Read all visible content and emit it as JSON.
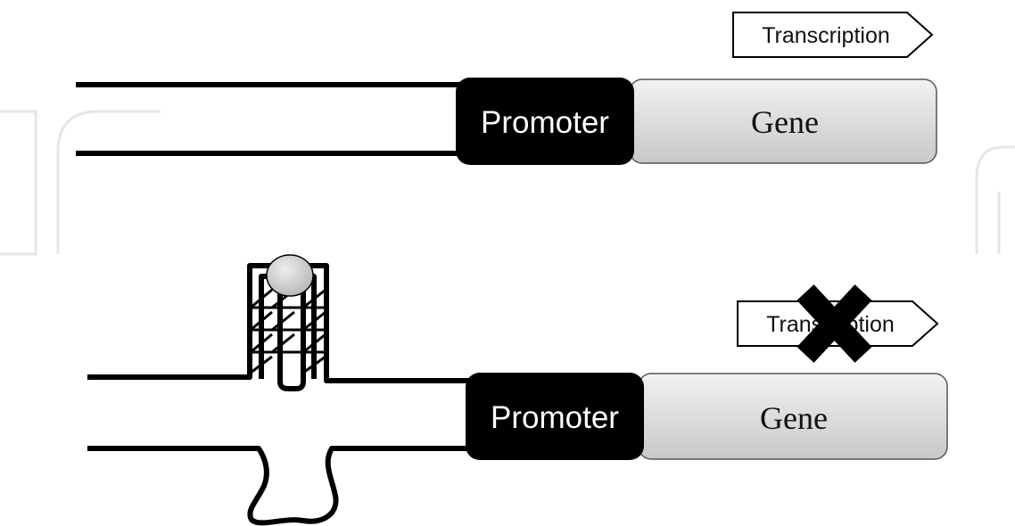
{
  "top_panel": {
    "arrow_label": "Transcription",
    "promoter_label": "Promoter",
    "gene_label": "Gene"
  },
  "bottom_panel": {
    "arrow_label": "Transcription",
    "promoter_label": "Promoter",
    "gene_label": "Gene",
    "blocked_icon": "x-mark-icon"
  },
  "colors": {
    "promoter_fill": "#000000",
    "gene_fill": "#dcdcdc",
    "dna_stroke": "#000000",
    "watermark": "#e6e6e6",
    "ligand_fill": "#cfcfcf"
  }
}
